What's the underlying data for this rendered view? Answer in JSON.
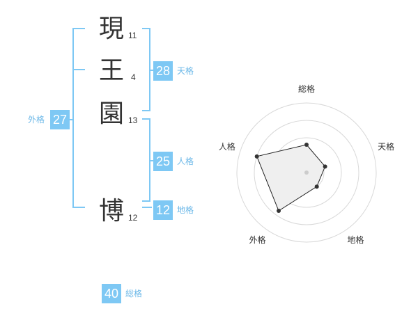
{
  "name": {
    "characters": [
      {
        "char": "現",
        "strokes": "11"
      },
      {
        "char": "王",
        "strokes": "4"
      },
      {
        "char": "園",
        "strokes": "13"
      },
      {
        "char": "博",
        "strokes": "12"
      }
    ]
  },
  "scores": {
    "tenkaku": {
      "label": "天格",
      "value": "28"
    },
    "jinkaku": {
      "label": "人格",
      "value": "25"
    },
    "chikaku": {
      "label": "地格",
      "value": "12"
    },
    "gaikaku": {
      "label": "外格",
      "value": "27"
    },
    "soukaku": {
      "label": "総格",
      "value": "40"
    }
  },
  "colors": {
    "accent": "#7ec8f4",
    "label": "#6cb8e8",
    "text": "#333333"
  },
  "chart_data": {
    "type": "radar",
    "axes": [
      "総格",
      "天格",
      "地格",
      "外格",
      "人格"
    ],
    "values": [
      0.4,
      0.28,
      0.25,
      0.68,
      0.75
    ],
    "range": [
      0,
      1
    ],
    "rings": 4
  }
}
